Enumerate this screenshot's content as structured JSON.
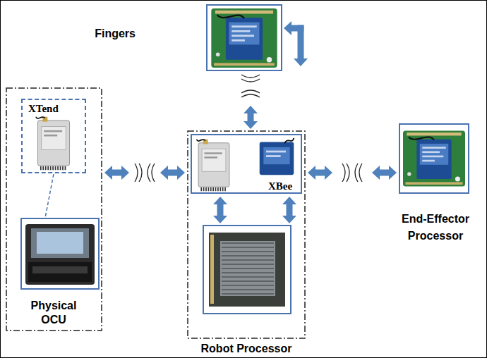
{
  "diagram": {
    "nodes": [
      {
        "text": [
          "Fingers"
        ]
      },
      {
        "text": [
          "Physical OCU"
        ]
      },
      {
        "text": [
          "XTend"
        ],
        "in": 1
      },
      {
        "text": [
          "Robot Processor"
        ]
      },
      {
        "text": [
          "XBee"
        ],
        "in": 3
      },
      {
        "text": [
          "End-Effector Processor"
        ]
      }
    ],
    "edges": [
      {
        "from": 1,
        "to": 3,
        "arrow": "both"
      },
      {
        "from": 3,
        "to": 5,
        "arrow": "both"
      },
      {
        "from": 0,
        "to": 3,
        "arrow": "both"
      }
    ]
  }
}
